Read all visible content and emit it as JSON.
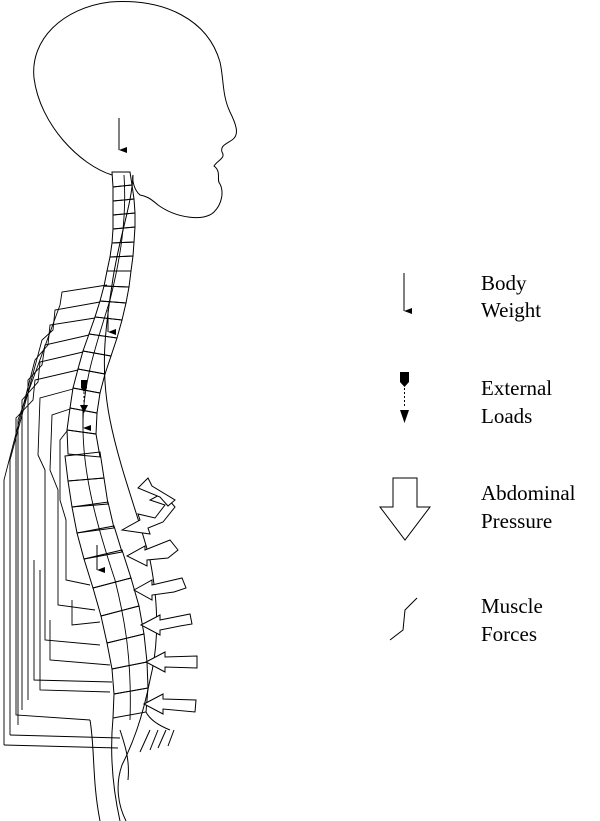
{
  "legend": {
    "body_weight": [
      "Body",
      "Weight"
    ],
    "external_loads": [
      "External",
      "Loads"
    ],
    "abdominal_pressure": [
      "Abdominal",
      "Pressure"
    ],
    "muscle_forces": [
      "Muscle",
      "Forces"
    ]
  },
  "colors": {
    "ink": "#000000",
    "paper": "#ffffff"
  },
  "icons": [
    "body-weight-arrow",
    "external-load-arrow",
    "abdominal-pressure-arrow",
    "muscle-force-symbol"
  ]
}
